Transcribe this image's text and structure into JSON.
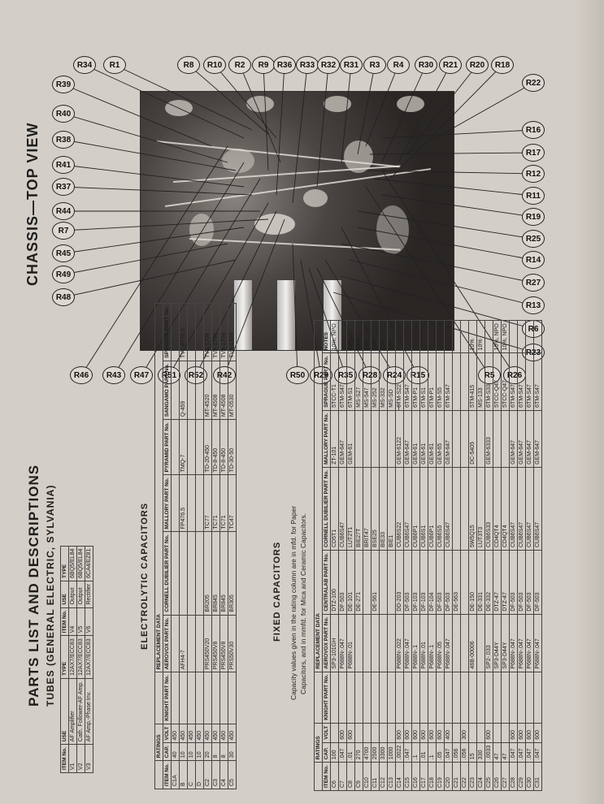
{
  "chassis_title": "CHASSIS—TOP VIEW",
  "parts_title": "PARTS LIST AND DESCRIPTIONS",
  "tubes_title": "TUBES (GENERAL ELECTRIC, SYLVANIA)",
  "tubes": {
    "headers": [
      "ITEM No.",
      "USE",
      "TYPE",
      "ITEM No.",
      "USE",
      "TYPE"
    ],
    "rows": [
      [
        "V1",
        "AF Amplifier",
        "12AX7/ECC83",
        "V4",
        "Output",
        "6BQ5/EL84"
      ],
      [
        "V2",
        "Cath. Follower-AF Amp.",
        "12AX7/ECC83",
        "V5",
        "Output",
        "6BQ5/EL84"
      ],
      [
        "V3",
        "AF Amp.-Phase Inv.",
        "12AX7/ECC83",
        "V6",
        "Rectifier",
        "6CA4/EZ81"
      ]
    ]
  },
  "electrolytic_title": "ELECTROLYTIC CAPACITORS",
  "electrolytic": {
    "group_ratings": "RATINGS",
    "group_replacement": "REPLACEMENT DATA",
    "headers": [
      "ITEM No.",
      "CAP.",
      "VOLT",
      "KNIGHT PART No.",
      "AEROVOX PART No.",
      "CORNELL DUBILIER PART No.",
      "MALLORY PART No.",
      "PYRAMID PART No.",
      "SANGAMO PART No.",
      "SPRAGUE PART No."
    ],
    "rows": [
      [
        "C1A",
        "40",
        "450",
        "",
        "",
        "",
        "",
        "",
        "",
        ""
      ],
      [
        "B",
        "10",
        "450",
        "",
        "AFH4-7",
        "",
        "FP476.5",
        "TMQ-7",
        "Q-459",
        "TVL-4776.5"
      ],
      [
        "C",
        "10",
        "450",
        "",
        "",
        "",
        "",
        "",
        "",
        ""
      ],
      [
        "D",
        "10",
        "450",
        "",
        "",
        "",
        "",
        "",
        "",
        ""
      ],
      [
        "C2",
        "20",
        "450",
        "",
        "PRS450V20",
        "BR205",
        "TC77",
        "TD-20-450",
        "MT-4520",
        "TVA-1708"
      ],
      [
        "C3",
        "8",
        "450",
        "",
        "PRS450V8",
        "BR845",
        "TC71",
        "TD-8-450",
        "MT-4508",
        "TVA-1704"
      ],
      [
        "C4",
        "8",
        "450",
        "",
        "PRS450V8",
        "BR845",
        "TC71",
        "TD-8-450",
        "MT-4508",
        "TVA-1704"
      ],
      [
        "C5",
        "30",
        "450",
        "",
        "PRS50V30",
        "BR305",
        "TC47",
        "TD-30-50",
        "MT-0530",
        "TVA-1308"
      ]
    ]
  },
  "fixed_title": "FIXED CAPACITORS",
  "fixed_note_1": "Capacity values given in the rating column are in mfd. for Paper",
  "fixed_note_2": "Capacitors, and in mmfd. for Mica and Ceramic Capacitors.",
  "fixed": {
    "group_ratings": "RATINGS",
    "group_replacement": "REPLACEMENT DATA",
    "headers": [
      "ITEM No.",
      "CAP.",
      "VOLT",
      "KNIGHT PART No.",
      "AEROVOX PART No.",
      "CENTRALAB PART No.",
      "CORNELL DUBILIER PART No.",
      "MALLORY PART No.",
      "SPRAGUE PART No.",
      "NOTES"
    ],
    "rows": [
      [
        "C6",
        "100",
        "",
        "",
        "SP3-101GH",
        "DTZ-100",
        "CD5T1",
        "ZT-101",
        "5TCC-T1",
        "10%, NPO"
      ],
      [
        "C7",
        ".047",
        "600",
        "",
        "P688N-.047",
        "DF-503",
        "CUB6S47",
        "GEM-647",
        "6TM-S47",
        ""
      ],
      [
        "C8",
        ".01",
        "600",
        "",
        "P688N-.01",
        "DE-101",
        "LUT2T1",
        "GEM-61",
        "6TM-S1",
        "10%"
      ],
      [
        "C9",
        "270",
        "",
        "",
        "",
        "DE-271",
        "BIE27T",
        "",
        "MS-S27",
        "10%"
      ],
      [
        "C10",
        "4700",
        "",
        "",
        "",
        "",
        "BRIT47",
        "",
        "MS-547",
        "10%"
      ],
      [
        "C11",
        "2500",
        "",
        "",
        "",
        "DE-561",
        "BSE25",
        "",
        "MS-252",
        "10%"
      ],
      [
        "C12",
        "3300",
        "",
        "",
        "",
        "",
        "BIE33",
        "",
        "MS-332",
        "10%"
      ],
      [
        "C13",
        "1000",
        "",
        "",
        "",
        "",
        "BIE1",
        "",
        "MS-SD",
        "10%"
      ],
      [
        "C14",
        ".0022",
        "600",
        "",
        "P688N-.022",
        "DD-203",
        "CUB6S22",
        "GEM-6122",
        "6TM-S22",
        ""
      ],
      [
        "C15",
        ".047",
        "600",
        "",
        "P688N-.047",
        "DF-503",
        "CUB6S47",
        "GEM-647",
        "6TM-S47",
        ""
      ],
      [
        "C16",
        ".1",
        "600",
        "",
        "P688N-.1",
        "DF-103",
        "CUB6P1",
        "GEM-61",
        "6TM-P1",
        ""
      ],
      [
        "C17",
        ".01",
        "600",
        "",
        "P688N-.01",
        "DF-103",
        "CUB6S1",
        "GEM-61",
        "6TM-S1",
        ""
      ],
      [
        "C18",
        ".1",
        "600",
        "",
        "P688N-.1",
        "DF-104",
        "CUB6P1",
        "GEM-61",
        "6TM-P1",
        ""
      ],
      [
        "C19",
        ".05",
        "600",
        "",
        "P688N-.05",
        "DF-503",
        "CUB6S5",
        "GEM-65",
        "6TM-S5",
        ""
      ],
      [
        "C20",
        ".047",
        "400",
        "",
        "P688N-.047",
        "DF-503",
        "CUB6S47",
        "GEM-647",
        "6TM-S47",
        ""
      ],
      [
        "C21",
        ".056",
        "",
        "",
        "",
        "DE-563",
        "",
        "",
        "",
        ""
      ],
      [
        "C22",
        ".056",
        "300",
        "",
        "",
        "",
        "",
        "",
        "",
        ""
      ],
      [
        "C23",
        "15",
        "",
        "",
        "46B-00006",
        "DE-150",
        "5W5Q15",
        "DC-5405",
        "5TM-415",
        "10%"
      ],
      [
        "C24",
        "330",
        "",
        "",
        "",
        "DE-331",
        "LUT3T3",
        "",
        "MS-133",
        "10%"
      ],
      [
        "C25",
        ".0033",
        "600",
        "",
        "SP2-.033",
        "DE-332",
        "CUB6S33",
        "GEM-6333",
        "6TM-S33",
        ""
      ],
      [
        "C26",
        "47",
        "",
        "",
        "SP3-D44Y",
        "DTZ-47",
        "CD4QT4",
        "",
        "5TCC-Q47",
        "10%, NPO"
      ],
      [
        "C27",
        "47",
        "",
        "",
        "SP3-D44Y",
        "DTZ-47",
        "CD4QT4",
        "",
        "5TCC-Q47",
        "10%, NPO"
      ],
      [
        "C28",
        ".047",
        "600",
        "",
        "P688N-.047",
        "DF-503",
        "CUB6S47",
        "GEM-647",
        "6TM-S47",
        ""
      ],
      [
        "C29",
        ".047",
        "600",
        "",
        "P688N-.047",
        "DF-503",
        "CUB6S47",
        "GEM-647",
        "6TM-S47",
        ""
      ],
      [
        "C30",
        ".047",
        "600",
        "",
        "P688N-.047",
        "DF-503",
        "CUB6S47",
        "GEM-647",
        "6TM-S47",
        ""
      ],
      [
        "C31",
        ".047",
        "600",
        "",
        "P688N-.047",
        "DF-503",
        "CUB6S47",
        "GEM-647",
        "6TM-S47",
        ""
      ]
    ]
  },
  "callouts_top": [
    "R34",
    "R1",
    "R8",
    "R10",
    "R2",
    "R9",
    "R36",
    "R33",
    "R32",
    "R31",
    "R3",
    "R4",
    "R30",
    "R21",
    "R20",
    "R18"
  ],
  "callouts_left": [
    "R39",
    "R40",
    "R38",
    "R41",
    "R37",
    "R44",
    "R7",
    "R45",
    "R49",
    "R48"
  ],
  "callouts_right": [
    "R22",
    "R16",
    "R17",
    "R12",
    "R11",
    "R19",
    "R25",
    "R14",
    "R27",
    "R13",
    "R6",
    "R23"
  ],
  "callouts_bottom": [
    "R46",
    "R43",
    "R47",
    "R51",
    "R52",
    "R42",
    "R50",
    "R29",
    "R35",
    "R28",
    "R24",
    "R15",
    "R5",
    "R26"
  ],
  "colors": {
    "paper": "#d3cec7",
    "ink": "#1e1e1e",
    "callout_fill": "#ddd8d1"
  }
}
